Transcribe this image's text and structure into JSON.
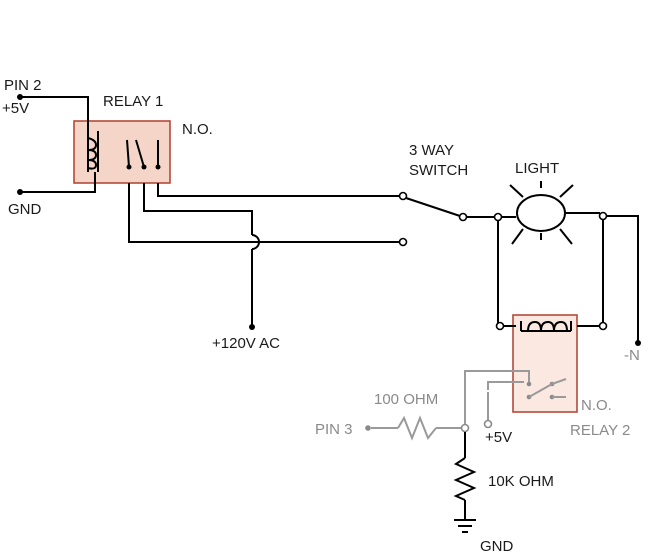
{
  "labels": {
    "pin2": "PIN 2",
    "plus5v_top": "+5V",
    "relay1": "RELAY 1",
    "no_top": "N.O.",
    "gnd_top": "GND",
    "three_way_line1": "3 WAY",
    "three_way_line2": "SWITCH",
    "light": "LIGHT",
    "ac": "+120V AC",
    "neutral": "-N",
    "resistor_100": "100 OHM",
    "pin3": "PIN 3",
    "plus5v_bottom": "+5V",
    "no_bottom": "N.O.",
    "relay2": "RELAY 2",
    "resistor_10k": "10K OHM",
    "gnd_bottom": "GND"
  },
  "colors": {
    "wire": "#000000",
    "wire_faded": "#9a9a9a",
    "relay_fill": "#f5d5c8",
    "relay_border": "#b24a3a"
  }
}
